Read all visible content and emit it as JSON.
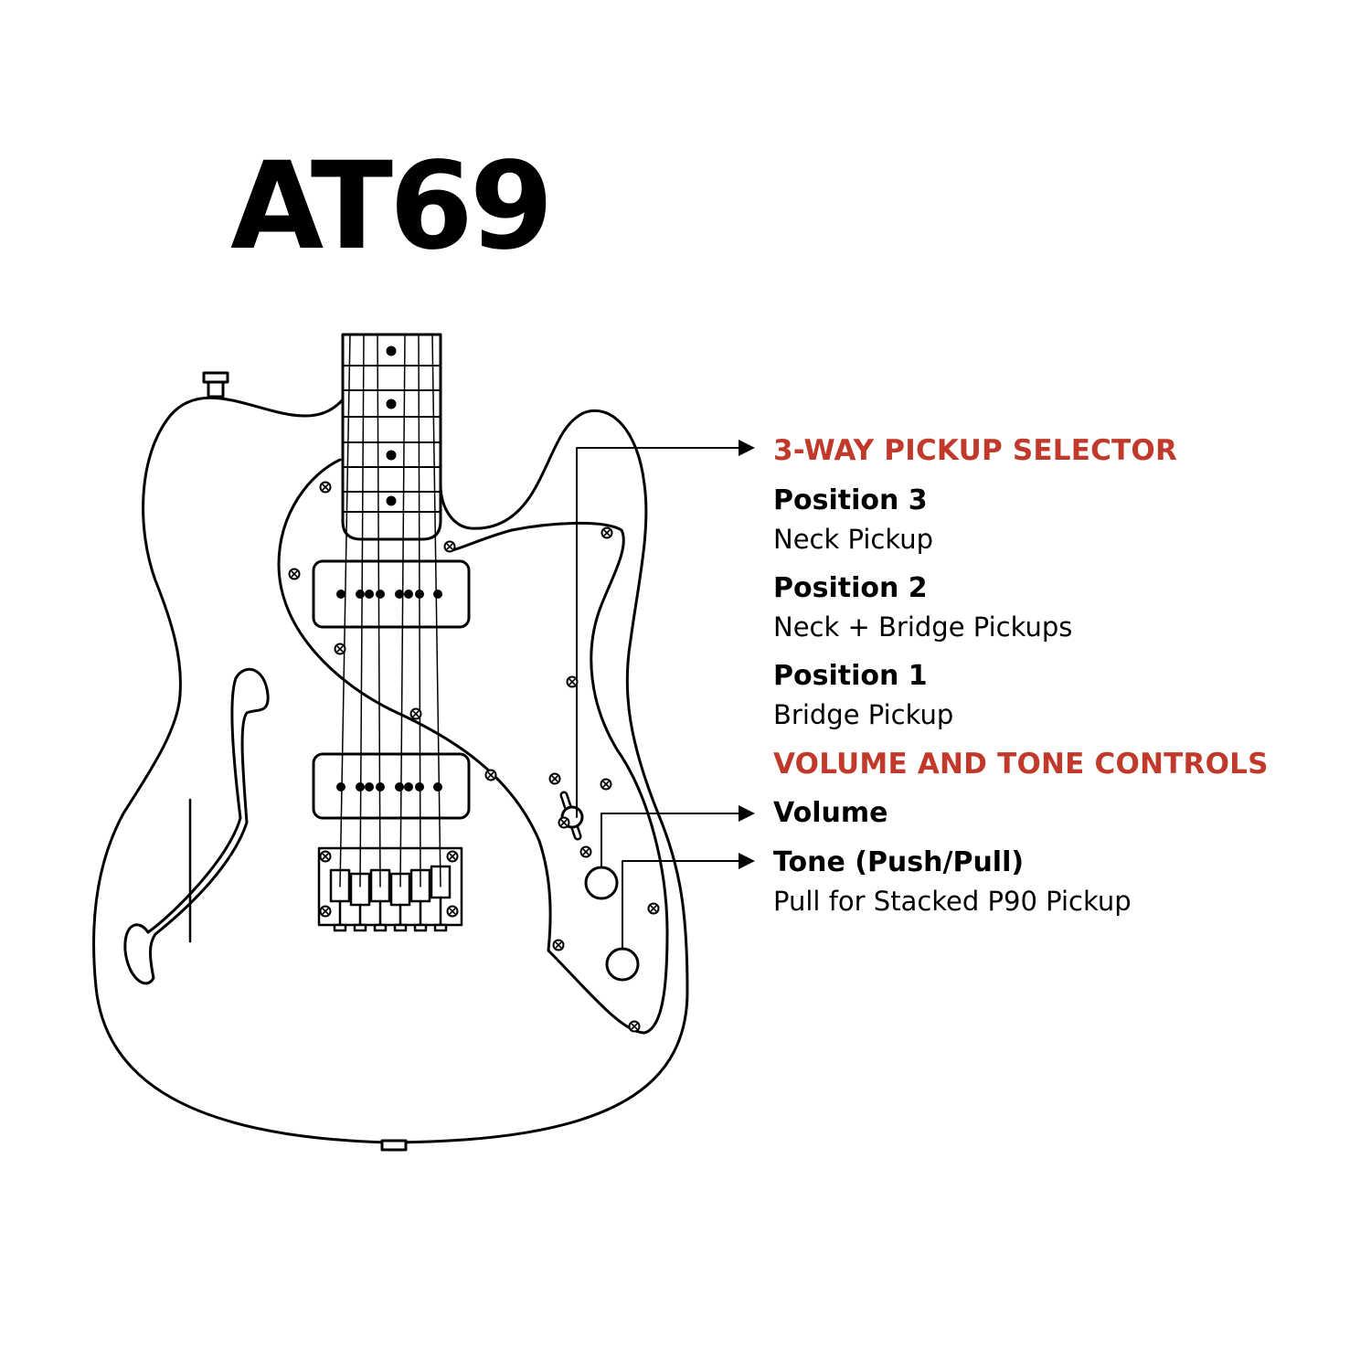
{
  "title": "AT69",
  "colors": {
    "accent": "#c0392b",
    "ink": "#000000",
    "background": "#ffffff"
  },
  "selector": {
    "heading": "3-WAY PICKUP SELECTOR",
    "positions": [
      {
        "name": "Position 3",
        "desc": "Neck Pickup"
      },
      {
        "name": "Position 2",
        "desc": "Neck + Bridge Pickups"
      },
      {
        "name": "Position 1",
        "desc": "Bridge Pickup"
      }
    ]
  },
  "controls": {
    "heading": "VOLUME AND TONE CONTROLS",
    "volume": "Volume",
    "tone": "Tone (Push/Pull)",
    "tone_desc": "Pull for Stacked P90 Pickup"
  }
}
